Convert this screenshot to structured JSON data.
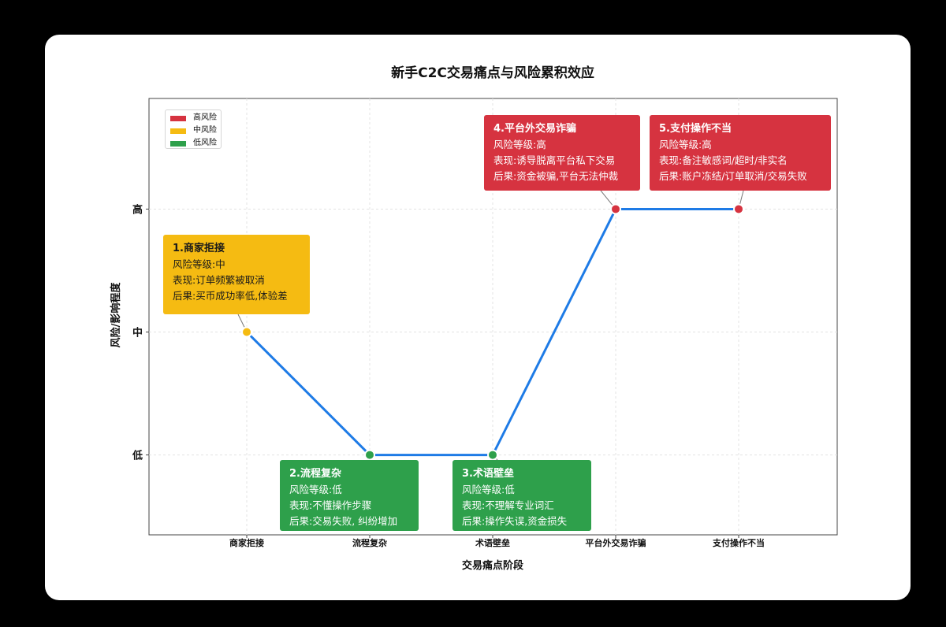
{
  "chart_data": {
    "type": "line",
    "title": "新手C2C交易痛点与风险累积效应",
    "xlabel": "交易痛点阶段",
    "ylabel": "风险/影响程度",
    "categories": [
      "商家拒接",
      "流程复杂",
      "术语壁垒",
      "平台外交易诈骗",
      "支付操作不当"
    ],
    "y_ticks": [
      "低",
      "中",
      "高"
    ],
    "values": [
      2,
      1,
      1,
      3,
      3
    ],
    "ylim": [
      0.35,
      3.9
    ],
    "line_color": "#1e7be6",
    "grid": true,
    "legend_position": "top-left",
    "legend": [
      {
        "label": "高风险",
        "color": "#d63340"
      },
      {
        "label": "中风险",
        "color": "#f5bb12"
      },
      {
        "label": "低风险",
        "color": "#2ea04b"
      }
    ],
    "points": [
      {
        "title": "1.商家拒接",
        "level": "中",
        "color": "#f5bb12",
        "lines": [
          "风险等级:中",
          "表现:订单频繁被取消",
          "后果:买币成功率低,体验差"
        ]
      },
      {
        "title": "2.流程复杂",
        "level": "低",
        "color": "#2ea04b",
        "lines": [
          "风险等级:低",
          "表现:不懂操作步骤",
          "后果:交易失败, 纠纷增加"
        ]
      },
      {
        "title": "3.术语壁垒",
        "level": "低",
        "color": "#2ea04b",
        "lines": [
          "风险等级:低",
          "表现:不理解专业词汇",
          "后果:操作失误,资金损失"
        ]
      },
      {
        "title": "4.平台外交易诈骗",
        "level": "高",
        "color": "#d63340",
        "lines": [
          "风险等级:高",
          "表现:诱导脱离平台私下交易",
          "后果:资金被骗,平台无法仲裁"
        ]
      },
      {
        "title": "5.支付操作不当",
        "level": "高",
        "color": "#d63340",
        "lines": [
          "风险等级:高",
          "表现:备注敏感词/超时/非实名",
          "后果:账户冻结/订单取消/交易失败"
        ]
      }
    ]
  }
}
